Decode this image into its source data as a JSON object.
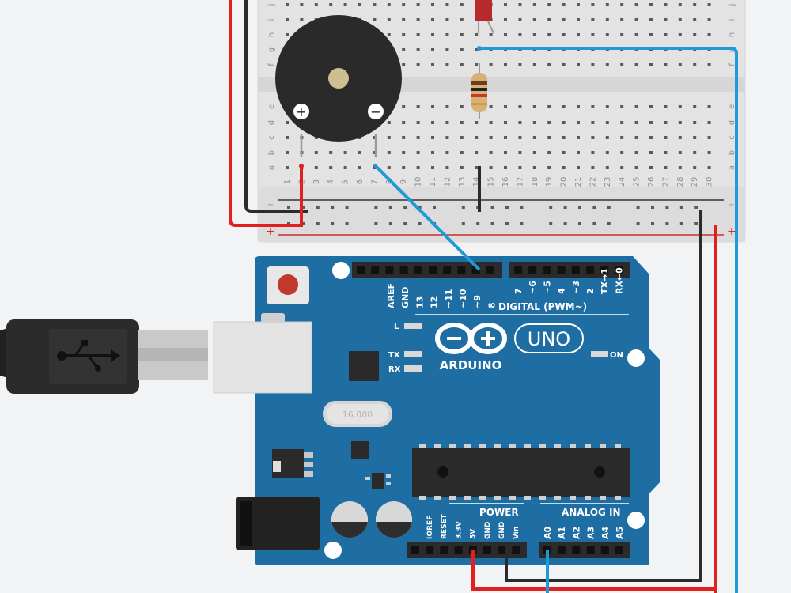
{
  "board": {
    "brand": "ARDUINO",
    "model": "UNO",
    "led_l": "L",
    "led_tx": "TX",
    "led_rx": "RX",
    "led_on": "ON",
    "digital_label": "DIGITAL (PWM~)",
    "power_label": "POWER",
    "analog_label": "ANALOG IN",
    "crystal_label": "16.000",
    "digital_pins_left": [
      "AREF",
      "GND",
      "13",
      "12",
      "~11",
      "~10",
      "~9",
      "8"
    ],
    "digital_pins_right": [
      "7",
      "~6",
      "~5",
      "4",
      "~3",
      "2",
      "TX→1",
      "RX←0"
    ],
    "power_pins": [
      "IOREF",
      "RESET",
      "3.3V",
      "5V",
      "GND",
      "GND",
      "Vin"
    ],
    "analog_pins": [
      "A0",
      "A1",
      "A2",
      "A3",
      "A4",
      "A5"
    ],
    "colors": {
      "board": "#1c6fa3",
      "header": "#2b2b2b",
      "accent": "#ffffff"
    }
  },
  "breadboard": {
    "columns": [
      "1",
      "2",
      "3",
      "4",
      "5",
      "6",
      "7",
      "8",
      "9",
      "10",
      "11",
      "12",
      "13",
      "14",
      "15",
      "16",
      "17",
      "18",
      "19",
      "20",
      "21",
      "22",
      "23",
      "24",
      "25",
      "26",
      "27",
      "28",
      "29",
      "30"
    ],
    "rows_top": [
      "j",
      "i",
      "h",
      "g",
      "f"
    ],
    "rows_bottom": [
      "e",
      "d",
      "c",
      "b",
      "a"
    ],
    "rail_minus": "−",
    "rail_plus": "+",
    "colors": {
      "body": "#e6e6e6",
      "rail_red": "#d12b2b",
      "rail_black": "#333333"
    }
  },
  "buzzer": {
    "plus_mark": "+",
    "minus_mark": "−"
  },
  "wires": {
    "red": "#e0201e",
    "black": "#2b2b2b",
    "blue": "#1e9ad6"
  },
  "usb_cable": {
    "icon": "usb-icon"
  }
}
